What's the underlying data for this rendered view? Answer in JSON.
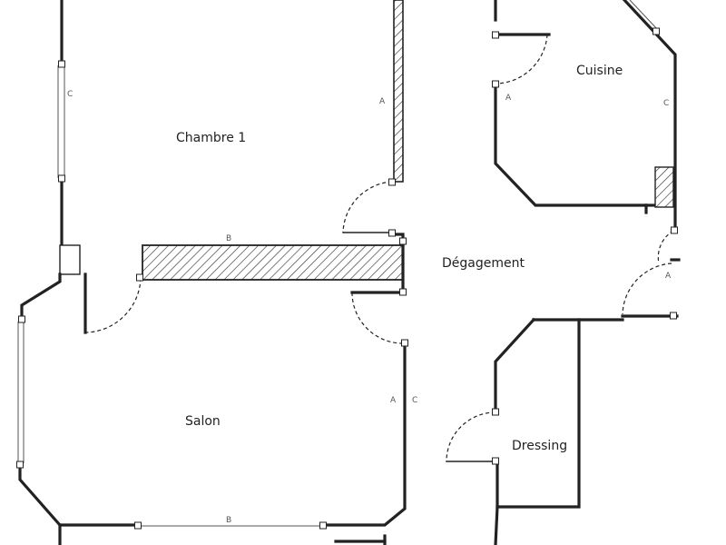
{
  "rooms": {
    "chambre": "Chambre 1",
    "cuisine": "Cuisine",
    "degagement": "Dégagement",
    "salon": "Salon",
    "dressing": "Dressing"
  },
  "wall_labels": {
    "a": "A",
    "b": "B",
    "c": "C"
  },
  "colors": {
    "wall": "#222222",
    "background": "#ffffff",
    "hatch": "#333333"
  }
}
